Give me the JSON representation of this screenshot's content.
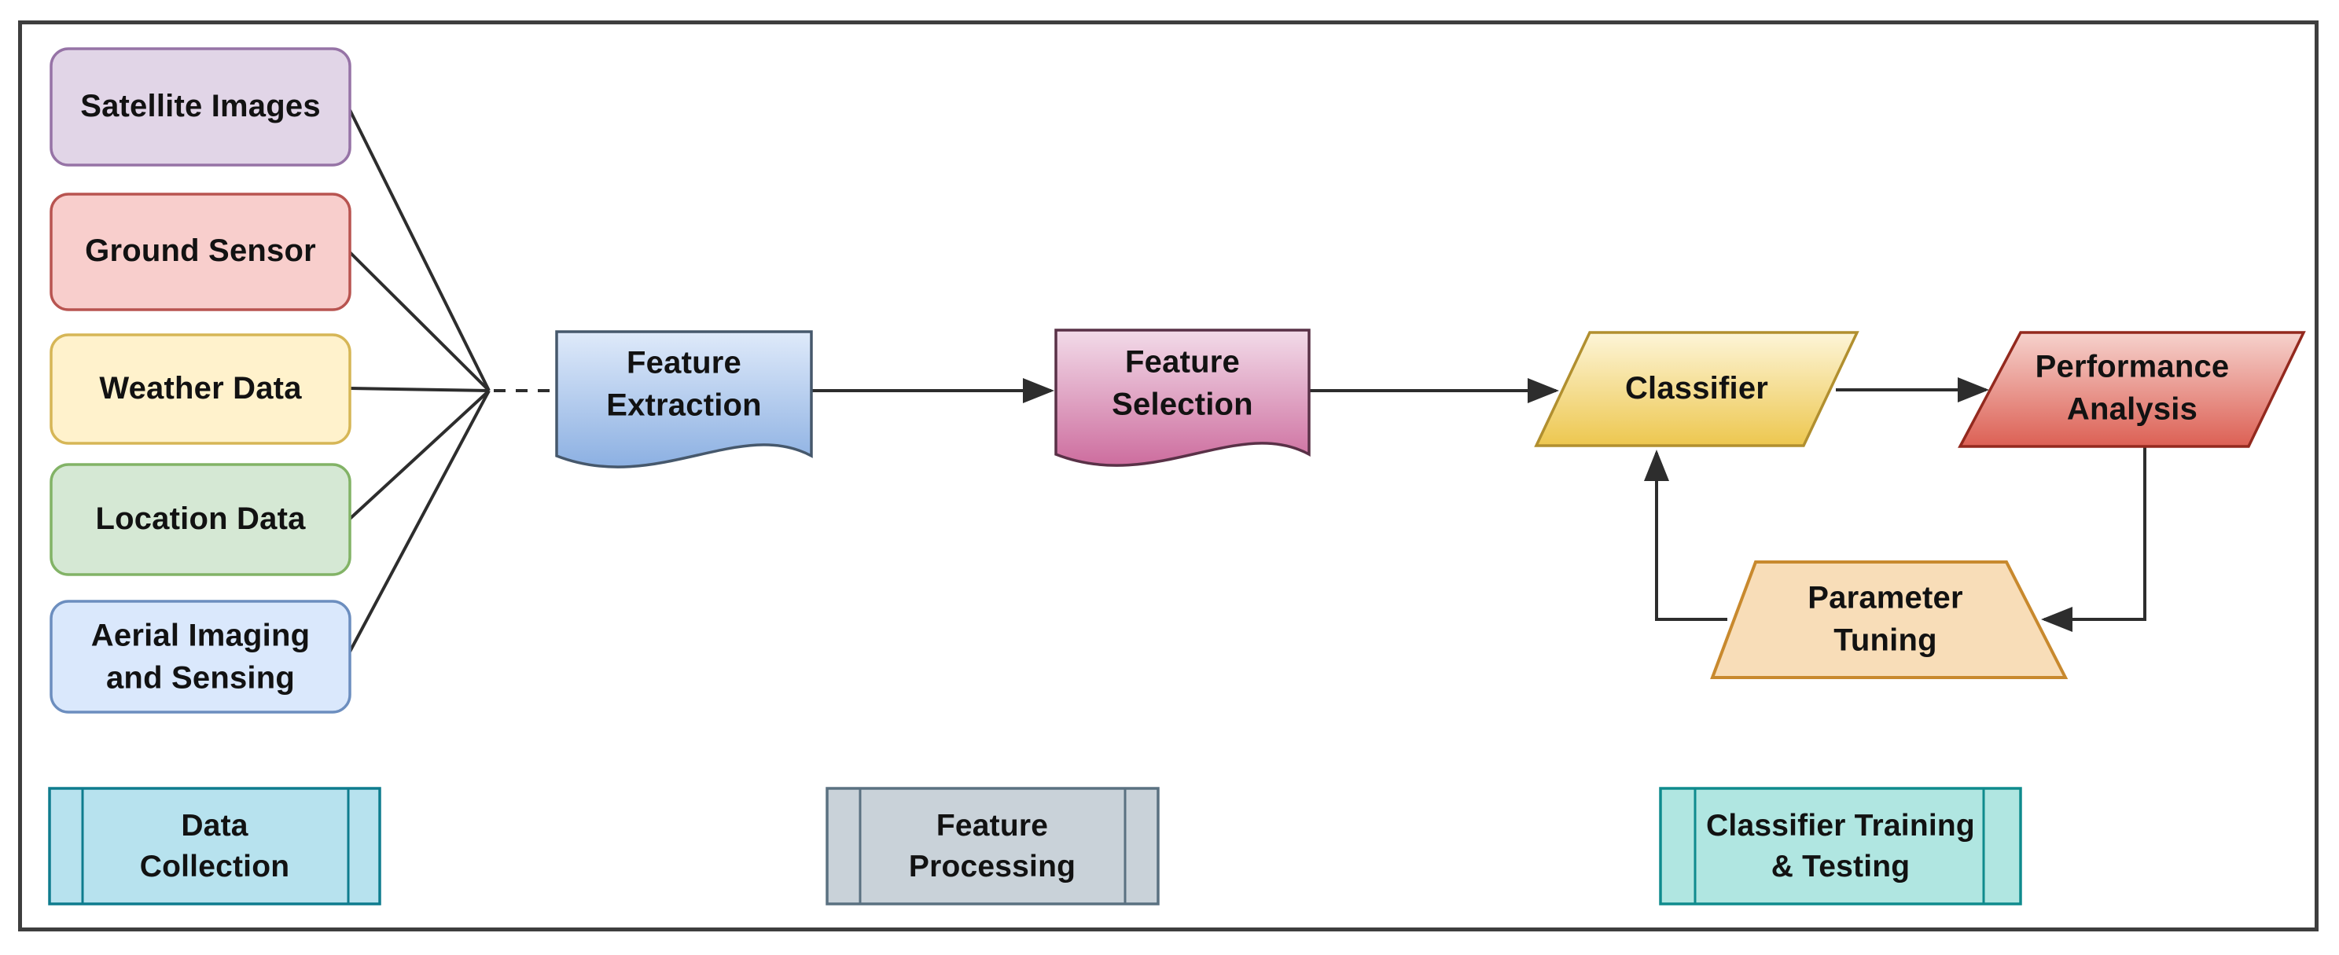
{
  "diagram": {
    "frame_color": "#3e3e3e",
    "connector_color": "#2d2d2d",
    "text_color": "#121212",
    "data_sources": [
      {
        "label": "Satellite Images",
        "fill": "#e1d5e7",
        "stroke": "#9673a6"
      },
      {
        "label": "Ground Sensor",
        "fill": "#f8cecc",
        "stroke": "#b85450"
      },
      {
        "label": "Weather Data",
        "fill": "#fff2cc",
        "stroke": "#d6b656"
      },
      {
        "label": "Location Data",
        "fill": "#d5e8d4",
        "stroke": "#82b366"
      },
      {
        "label": "Aerial Imaging\nand Sensing",
        "fill": "#dae8fc",
        "stroke": "#6c8ebf"
      }
    ],
    "process_nodes": [
      {
        "label": "Feature\nExtraction",
        "shape": "document",
        "fill_top": "#dfeafa",
        "fill_bottom": "#8cb0e2",
        "stroke": "#46586c"
      },
      {
        "label": "Feature\nSelection",
        "shape": "document",
        "fill_top": "#f2dbe9",
        "fill_bottom": "#cd6d9e",
        "stroke": "#593147"
      },
      {
        "label": "Classifier",
        "shape": "parallelogram",
        "fill_top": "#fdf5d8",
        "fill_bottom": "#edc74f",
        "stroke": "#b18f2f"
      },
      {
        "label": "Performance\nAnalysis",
        "shape": "parallelogram",
        "fill_top": "#f6d2cd",
        "fill_bottom": "#dc6054",
        "stroke": "#93291e"
      },
      {
        "label": "Parameter\nTuning",
        "shape": "trapezoid",
        "fill": "#f8ddb8",
        "stroke": "#c8892e"
      }
    ],
    "stage_labels": [
      {
        "label": "Data\nCollection",
        "fill": "#b7e2ee",
        "stroke": "#0e7c8e"
      },
      {
        "label": "Feature\nProcessing",
        "fill": "#c9d2d9",
        "stroke": "#5a7181"
      },
      {
        "label": "Classifier Training\n& Testing",
        "fill": "#b0e6e1",
        "stroke": "#0f8b8d"
      }
    ]
  }
}
